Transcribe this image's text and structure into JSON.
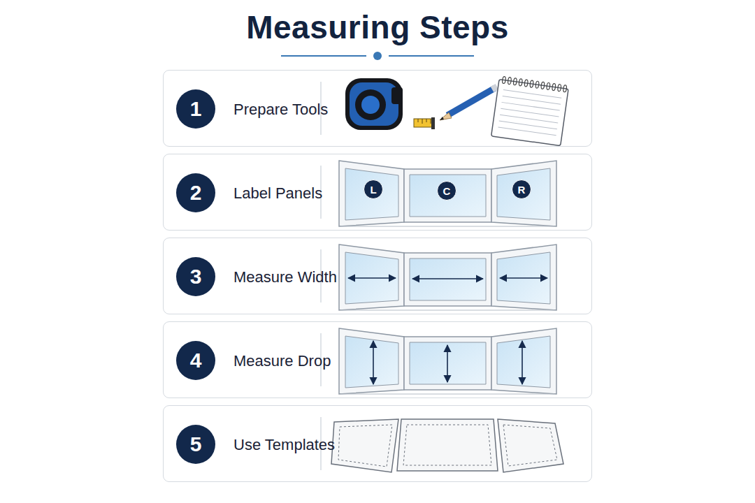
{
  "diagram": {
    "title": "Measuring Steps",
    "nodes": [
      {
        "text": [
          "Prepare Tools"
        ]
      },
      {
        "text": [
          "1"
        ],
        "in": 0
      },
      {
        "text": [
          "Label Panels"
        ]
      },
      {
        "text": [
          "2"
        ],
        "in": 2
      },
      {
        "text": [
          "L"
        ],
        "in": 2
      },
      {
        "text": [
          "C"
        ],
        "in": 2
      },
      {
        "text": [
          "R"
        ],
        "in": 2
      },
      {
        "text": [
          "Measure Width"
        ]
      },
      {
        "text": [
          "3"
        ],
        "in": 7
      },
      {
        "text": [
          "Measure Drop"
        ]
      },
      {
        "text": [
          "4"
        ],
        "in": 9
      },
      {
        "text": [
          "Use Templates"
        ]
      },
      {
        "text": [
          "5"
        ],
        "in": 11
      }
    ]
  }
}
